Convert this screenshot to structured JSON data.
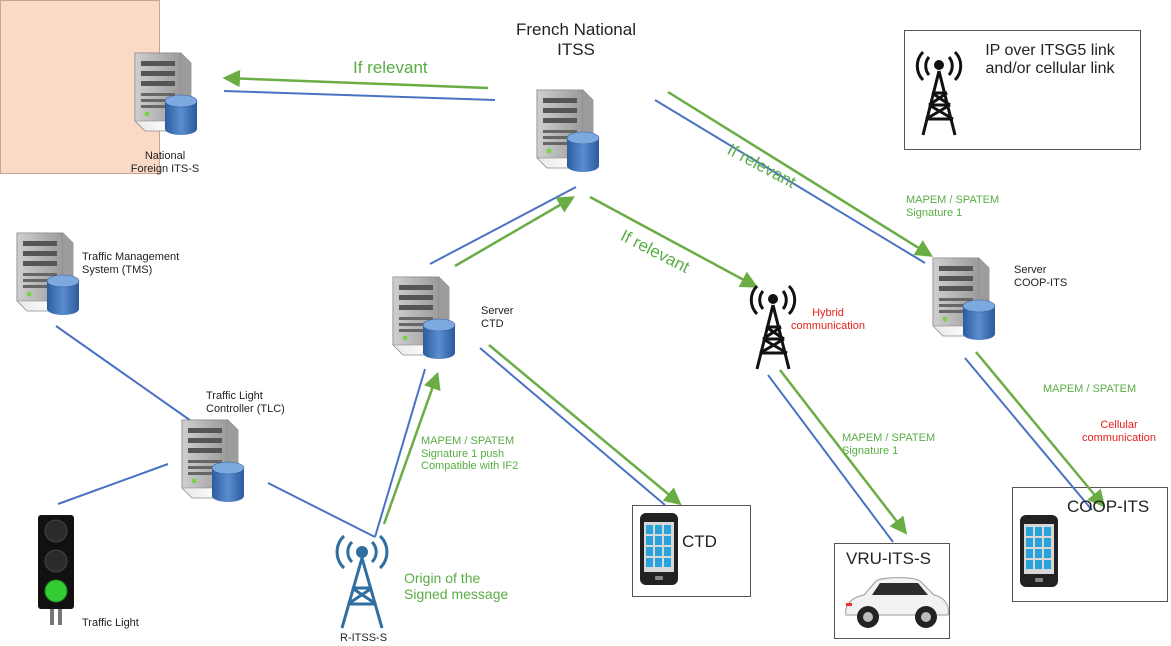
{
  "nodes": {
    "french_national": "French National ITSS",
    "national_foreign": "National Foreign ITS-S",
    "tms": "Traffic Management System (TMS)",
    "tlc": "Traffic Light Controller (TLC)",
    "traffic_light": "Traffic Light",
    "server_ctd": "Server CTD",
    "server_coop": "Server COOP-ITS",
    "hybrid": "Hybrid communication",
    "r_itss": "R-ITSS-S",
    "origin": "Origin of the Signed message",
    "ctd_device": "CTD",
    "vru": "VRU-ITS-S",
    "coop_device": "COOP-ITS"
  },
  "legend": {
    "text": "IP over ITSG5 link and/or cellular link",
    "icon": "antenna-tower-icon"
  },
  "edge_labels": {
    "if_relevant_left": "If relevant",
    "if_relevant_right": "If relevant",
    "if_relevant_middle": "If relevant",
    "mapem_coop_server": "MAPEM / SPATEM\nSignature 1",
    "mapem_rits": "MAPEM / SPATEM\nSignature 1 push\nCompatible with IF2",
    "mapem_vru": "MAPEM / SPATEM\nSignature 1",
    "mapem_coop_device": "MAPEM / SPATEM",
    "cellular": "Cellular communication"
  },
  "colors": {
    "blue_link": "#4a72c4",
    "green_link": "#6aad45",
    "highlight_fill": "#fad9c6",
    "green_text": "#59ad45",
    "red_text": "#e8201c"
  }
}
